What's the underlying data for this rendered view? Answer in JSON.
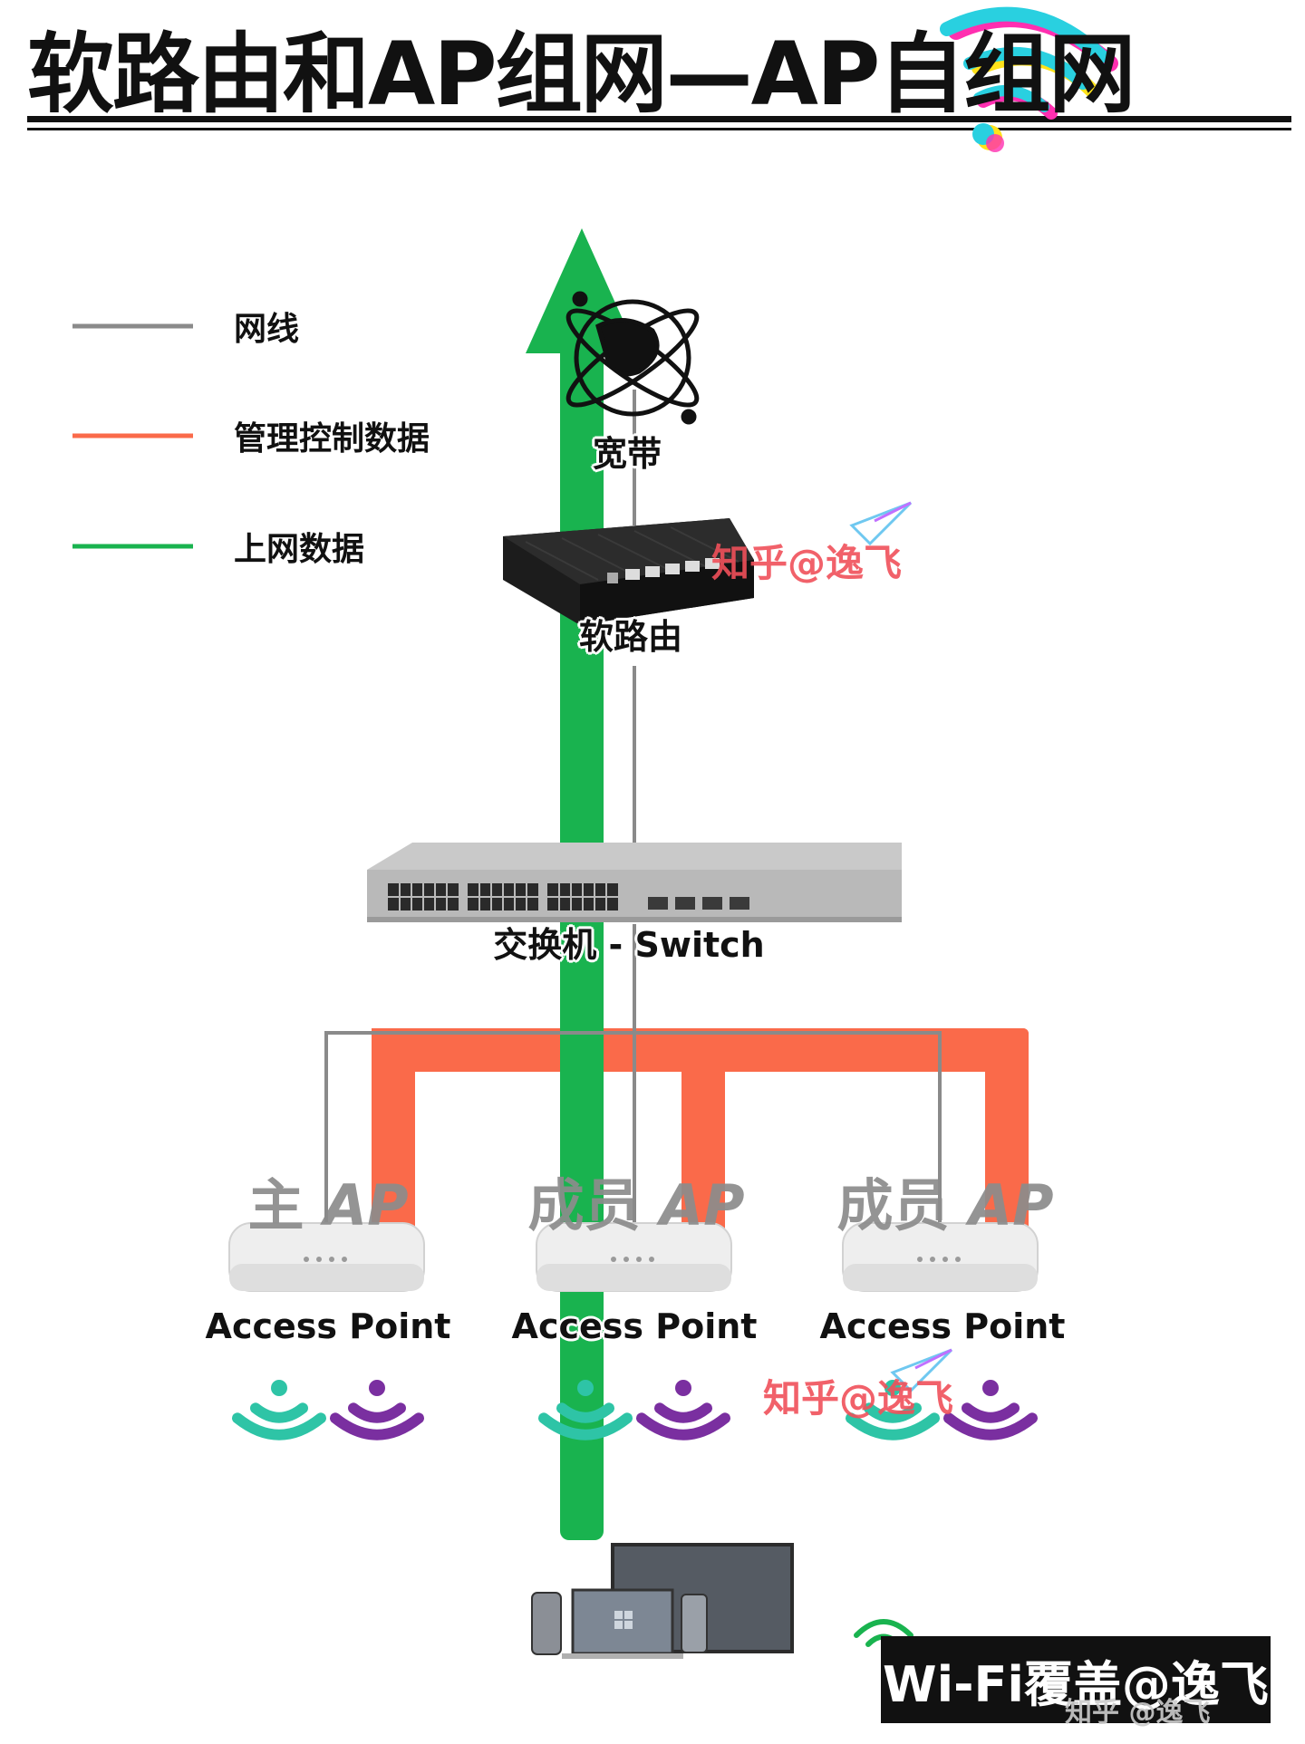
{
  "title": "软路由和AP组网—AP自组网",
  "legend": [
    {
      "label": "网线",
      "color": "#8a8a8a"
    },
    {
      "label": "管理控制数据",
      "color": "#fa6a4a"
    },
    {
      "label": "上网数据",
      "color": "#19b34f"
    }
  ],
  "devices": {
    "broadband": "宽带",
    "router": "软路由",
    "switch": "交换机 - Switch"
  },
  "access_points": [
    {
      "role": "主",
      "role_suffix": "AP",
      "label": "Access Point"
    },
    {
      "role": "成员",
      "role_suffix": "AP",
      "label": "Access Point"
    },
    {
      "role": "成员",
      "role_suffix": "AP",
      "label": "Access Point"
    }
  ],
  "watermarks": {
    "zhihu_1": "知乎@逸飞",
    "zhihu_2": "知乎@逸飞",
    "badge": "Wi-Fi覆盖@逸飞",
    "corner": "知乎 @逸飞"
  },
  "colors": {
    "cable": "#8a8a8a",
    "control": "#fa6a4a",
    "internet": "#19b34f",
    "wifi_teal": "#2ec4a6",
    "wifi_purple": "#7a2fa0"
  }
}
